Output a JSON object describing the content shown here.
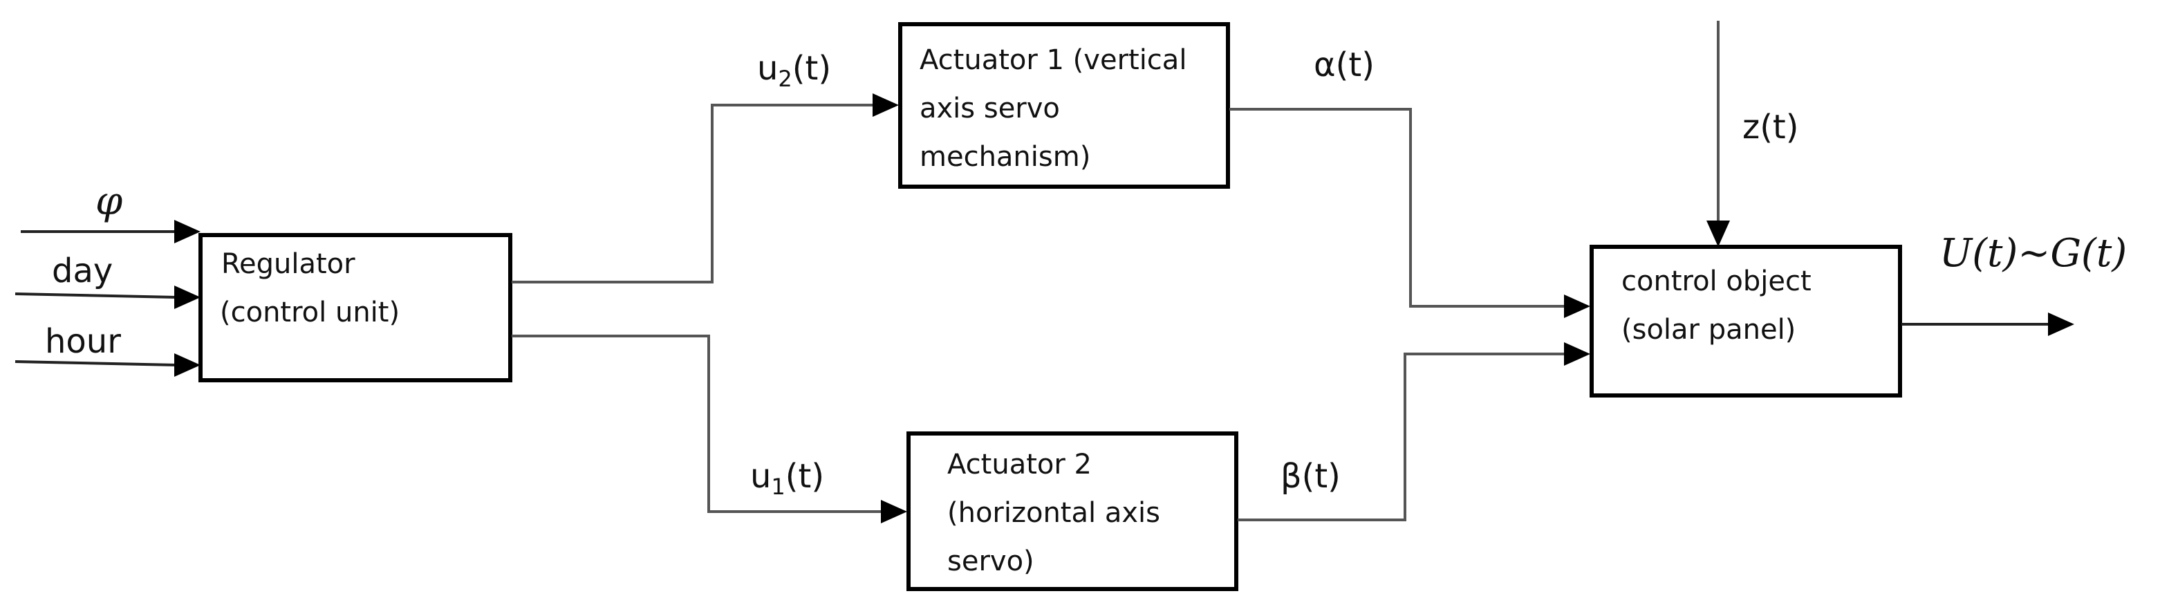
{
  "inputs": {
    "phi": "φ",
    "day": "day",
    "hour": "hour"
  },
  "regulator": {
    "line1": "Regulator",
    "line2": "(control unit)"
  },
  "actuator1": {
    "line1": "Actuator 1 (vertical",
    "line2": "axis servo",
    "line3": "mechanism)"
  },
  "actuator2": {
    "line1": "Actuator 2",
    "line2": "(horizontal axis",
    "line3": "servo)"
  },
  "control_object": {
    "line1": "control object",
    "line2": "(solar panel)"
  },
  "signals": {
    "u2_base": "u",
    "u2_sub": "2",
    "u2_tail": "(t)",
    "u1_base": "u",
    "u1_sub": "1",
    "u1_tail": "(t)",
    "alpha": "α(t)",
    "beta": "β(t)",
    "z": "z(t)",
    "output": "U(t)~G(t)"
  }
}
